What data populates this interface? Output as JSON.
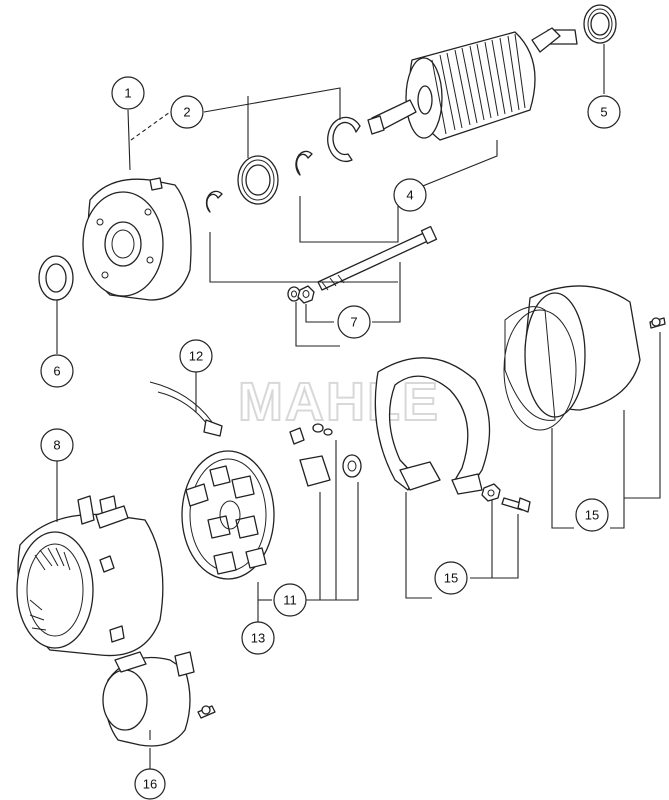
{
  "watermark": {
    "text": "MAHLE",
    "color": "#d8d8d8"
  },
  "line_color": "#222222",
  "callouts": {
    "c1": "1",
    "c2": "2",
    "c4": "4",
    "c5": "5",
    "c6": "6",
    "c7": "7",
    "c8": "8",
    "c11": "11",
    "c12": "12",
    "c13": "13",
    "c15a": "15",
    "c15b": "15",
    "c16": "16"
  }
}
